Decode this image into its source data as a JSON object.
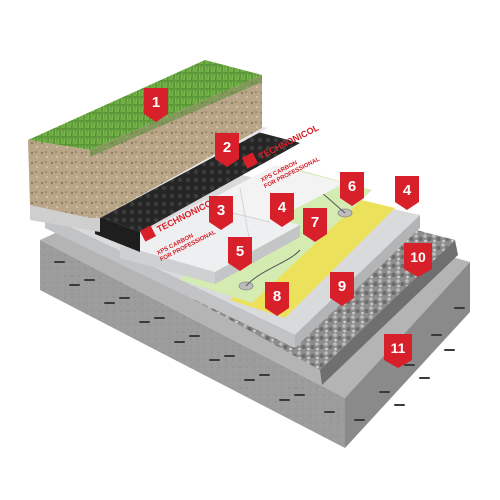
{
  "brand": {
    "logo_text": "TECHNONICOL",
    "product_line_1": "XPS CARBON",
    "product_line_2": "FOR PROFESSIONAL"
  },
  "colors": {
    "badge": "#d8202a",
    "grass": "#5f9a3a",
    "soil": "#b7a58a",
    "drainage": "#2a2a2a",
    "xps_board": "#ecedee",
    "membrane_green": "#d6ecb5",
    "membrane_yellow": "#f0e35a",
    "concrete": "#9a9a9a",
    "gravel": "#8a8a8a"
  },
  "labels": [
    "1",
    "2",
    "3",
    "4",
    "4",
    "5",
    "6",
    "7",
    "8",
    "9",
    "10",
    "11"
  ]
}
